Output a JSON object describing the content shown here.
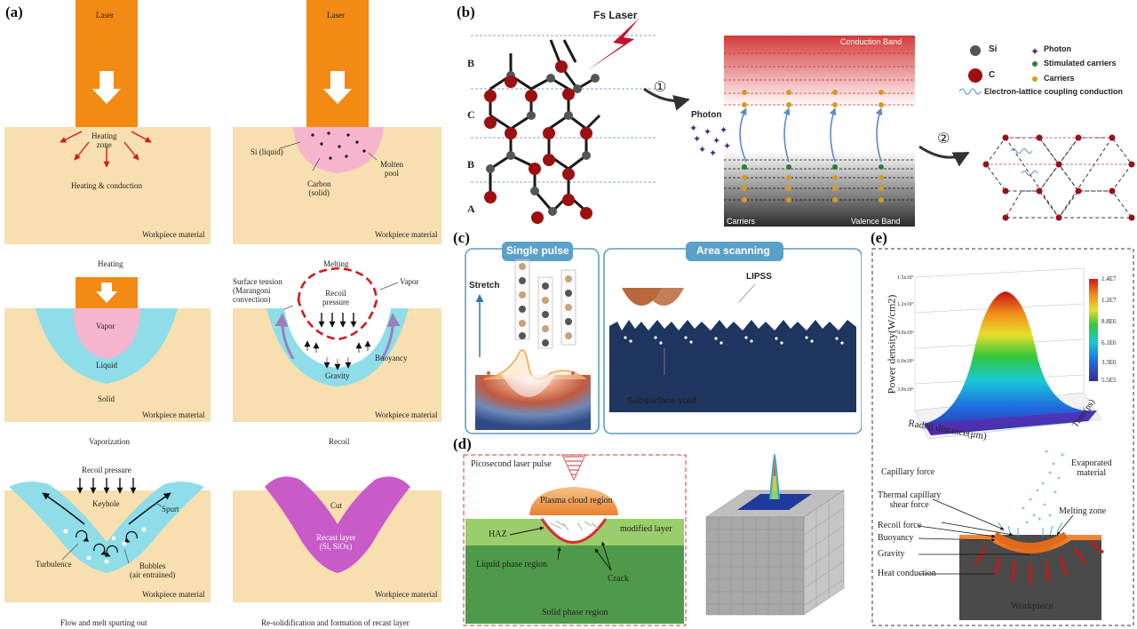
{
  "panel_labels": {
    "a": "(a)",
    "b": "(b)",
    "c": "(c)",
    "d": "(d)",
    "e": "(e)"
  },
  "panel_a": {
    "laser": "Laser",
    "heating_zone": "Heating\nzone",
    "heating_conduction": "Heating & conduction",
    "workpiece": "Workpiece material",
    "si_liquid": "Si (liquid)",
    "carbon_solid": "Carbon\n(solid)",
    "molten_pool": "Molten\npool",
    "vapor": "Vapor",
    "liquid": "Liquid",
    "solid": "Solid",
    "surface_tension": "Surface tension\n(Marangoni\nconvection)",
    "recoil_pressure_box": "Recoil\npressure",
    "vapor_recoil": "Vapor",
    "buoyancy": "Buoyancy",
    "gravity": "Gravity",
    "recoil_pressure": "Recoil pressure",
    "keyhole": "Keyhole",
    "spurt": "Spurt",
    "turbulence": "Turbulence",
    "bubbles": "Bubbles\n(air entrained)",
    "cut": "Cut",
    "recast_layer": "Recast layer\n(Si, SiOx)",
    "captions": {
      "heating": "Heating",
      "melting": "Melting",
      "vaporization": "Vaporization",
      "recoil": "Recoil",
      "flow": "Flow and melt spurting out",
      "resolid": "Re-solidification and formation of recast layer"
    }
  },
  "panel_b": {
    "fs_laser": "Fs Laser",
    "layers": [
      "B",
      "C",
      "B",
      "A"
    ],
    "step1": "①",
    "step2": "②",
    "photon": "Photon",
    "conduction_band": "Conduction Band",
    "valence_band": "Valence Band",
    "carriers_label": "Carriers",
    "legend": {
      "si": "Si",
      "c": "C",
      "photon": "Photon",
      "stimulated": "Stimulated carriers",
      "carriers": "Carriers",
      "coupling": "Electron-lattice coupling conduction"
    },
    "colors": {
      "si": "#555555",
      "c": "#9b1010",
      "stimulated": "#2e7d32",
      "carriers": "#d89a1e",
      "photon": "#4b2a86"
    }
  },
  "panel_c": {
    "single_pulse": "Single pulse",
    "area_scanning": "Area scanning",
    "stretch": "Stretch",
    "lipss": "LIPSS",
    "subsurface_void": "Subsurface void"
  },
  "panel_d": {
    "picosecond": "Picosecond laser pulse",
    "plasma_cloud": "Plasma cloud region",
    "haz": "HAZ",
    "modified_layer": "modified layer",
    "liquid_phase": "Liquid phase region",
    "crack": "Crack",
    "solid_phase": "Solid phase region"
  },
  "panel_e": {
    "y_axis": "Power density(W/cm2)",
    "x_axis": "Radial distance(μm)",
    "t_axis": "Time(ps)",
    "colorbar_ticks": [
      "1.4E7",
      "1.2E7",
      "8.8E6",
      "6.1E6",
      "3.3E6",
      "5.5E5"
    ],
    "z_ticks": [
      "1.5x10⁷",
      "1.2x10⁷",
      "9.0x10⁶",
      "6.0x10⁶",
      "3.0x10⁶"
    ],
    "capillary_force": "Capillary force",
    "thermal_capillary": "Thermal capillary\nshear force",
    "recoil_force": "Recoil force",
    "buoyancy": "Buoyancy",
    "gravity": "Gravity",
    "heat_conduction": "Heat conduction",
    "evaporated": "Evaporated\nmaterial",
    "melting_zone": "Melting zone",
    "workpiece": "Workpiece"
  }
}
